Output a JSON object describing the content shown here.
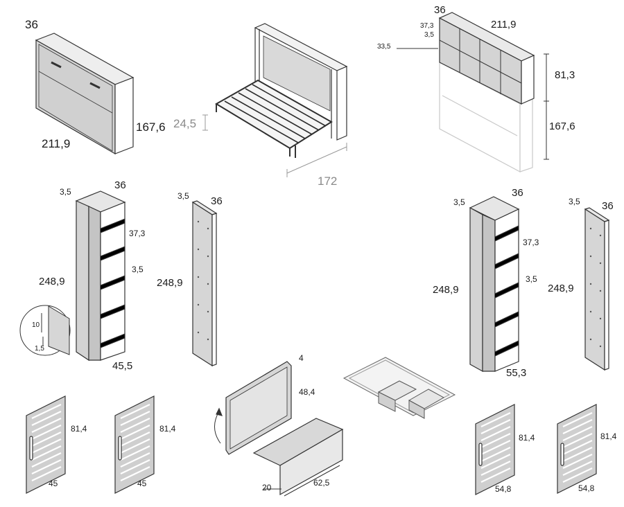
{
  "colors": {
    "panel": "#d6d6d6",
    "panel_dark": "#b9b9b9",
    "line": "#333333",
    "frame": "#3c3c3c",
    "light_line": "#c8c8c8"
  },
  "bed_closed": {
    "depth": "36",
    "height": "167,6",
    "width": "211,9"
  },
  "bed_open": {
    "leg_height": "24,5",
    "length": "172"
  },
  "top_unit": {
    "depth": "36",
    "shelf_gap": "37,3",
    "shelf_thickness": "3,5",
    "side": "33,5",
    "width": "211,9",
    "unit_height": "81,3",
    "bed_height": "167,6"
  },
  "left_shelf": {
    "panel_thickness": "3,5",
    "depth": "36",
    "shelf_gap": "37,3",
    "shelf_thickness": "3,5",
    "height": "248,9",
    "width": "45,5"
  },
  "left_side_panel": {
    "thickness": "3,5",
    "depth": "36",
    "height": "248,9"
  },
  "detail": {
    "top": "10",
    "bottom": "1,5"
  },
  "doors_left": [
    {
      "height": "81,4",
      "width": "45"
    },
    {
      "height": "81,4",
      "width": "45"
    }
  ],
  "desk": {
    "thickness": "4",
    "height": "48,4",
    "depth": "20",
    "width": "62,5"
  },
  "right_shelf": {
    "panel_thickness": "3,5",
    "depth": "36",
    "shelf_gap": "37,3",
    "shelf_thickness": "3,5",
    "height": "248,9",
    "width": "55,3"
  },
  "right_side_panel": {
    "thickness": "3,5",
    "depth": "36",
    "height": "248,9"
  },
  "doors_right": [
    {
      "height": "81,4",
      "width": "54,8"
    },
    {
      "height": "81,4",
      "width": "54,8"
    }
  ]
}
